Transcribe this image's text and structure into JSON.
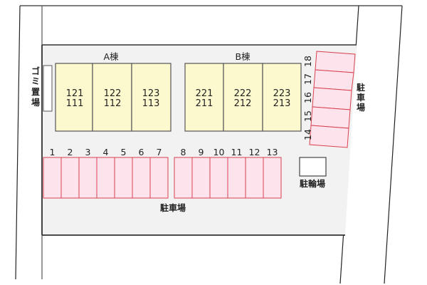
{
  "site_plan": {
    "buildings": [
      {
        "name": "A棟",
        "units": [
          {
            "upper": "121",
            "lower": "111"
          },
          {
            "upper": "122",
            "lower": "112"
          },
          {
            "upper": "123",
            "lower": "113"
          }
        ]
      },
      {
        "name": "B棟",
        "units": [
          {
            "upper": "221",
            "lower": "211"
          },
          {
            "upper": "222",
            "lower": "212"
          },
          {
            "upper": "223",
            "lower": "213"
          }
        ]
      }
    ],
    "trash_area_label": "ゴミ置場",
    "bicycle_parking_label": "駐輪場",
    "parking_label_bottom": "駐車場",
    "parking_label_right": "駐車場",
    "parking_bottom_left": [
      "1",
      "2",
      "3",
      "4",
      "5",
      "6",
      "7"
    ],
    "parking_bottom_right": [
      "8",
      "9",
      "10",
      "11",
      "12",
      "13"
    ],
    "parking_right": [
      "18",
      "17",
      "16",
      "15",
      "14"
    ],
    "colors": {
      "lot_fill": "#f2f2f2",
      "building_fill": "#fdf9cf",
      "building_stroke": "#555555",
      "parking_fill": "#fde4ec",
      "parking_stroke": "#d9404f",
      "road_line": "#222222"
    }
  }
}
